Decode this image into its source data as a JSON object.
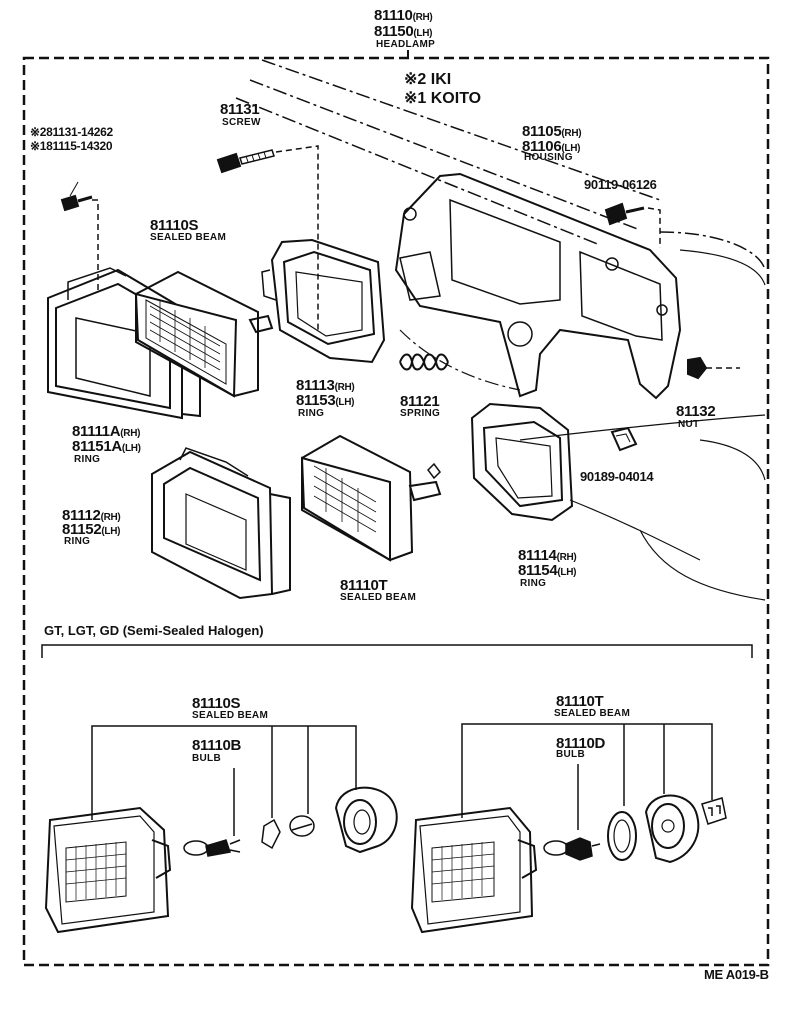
{
  "header": {
    "rh_part": "81110",
    "rh_side": "(RH)",
    "lh_part": "81150",
    "lh_side": "(LH)",
    "name": "HEADLAMP"
  },
  "makers": {
    "line1": "※2 IKI",
    "line2": "※1 KOITO"
  },
  "labels": {
    "screw_alt1": "※281131-14262",
    "screw_alt2": "※181115-14320",
    "screw_num": "81131",
    "screw_name": "SCREW",
    "housing_rh": "81105",
    "housing_lh": "81106",
    "rh": "(RH)",
    "lh": "(LH)",
    "housing_name": "HOUSING",
    "bolt_num": "90119-06126",
    "sb_s_num": "81110S",
    "sb_name": "SEALED BEAM",
    "ring_a_rh": "81111A",
    "ring_a_lh": "81151A",
    "ring_name": "RING",
    "ring113_rh": "81113",
    "ring113_lh": "81153",
    "spring_num": "81121",
    "spring_name": "SPRING",
    "nut_num": "81132",
    "nut_name": "NUT",
    "clip_num": "90189-04014",
    "ring112_rh": "81112",
    "ring112_lh": "81152",
    "sb_t_num": "81110T",
    "ring114_rh": "81114",
    "ring114_lh": "81154"
  },
  "section2": {
    "heading": "GT, LGT, GD (Semi-Sealed Halogen)",
    "left_num": "81110S",
    "left_name": "SEALED BEAM",
    "left_bulb_num": "81110B",
    "bulb_name": "BULB",
    "right_num": "81110T",
    "right_name": "SEALED BEAM",
    "right_bulb_num": "81110D"
  },
  "footer": {
    "code": "ME A019-B"
  }
}
